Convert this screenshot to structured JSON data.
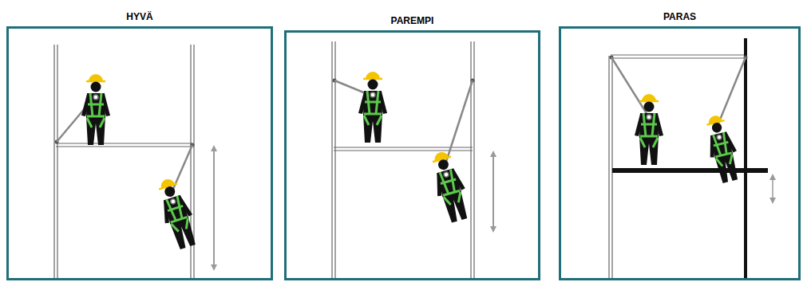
{
  "diagram": {
    "nodes": [
      {
        "text": [
          "HYVÄ"
        ]
      },
      {
        "text": [
          "PAREMPI"
        ]
      },
      {
        "text": [
          "PARAS"
        ]
      }
    ]
  }
}
